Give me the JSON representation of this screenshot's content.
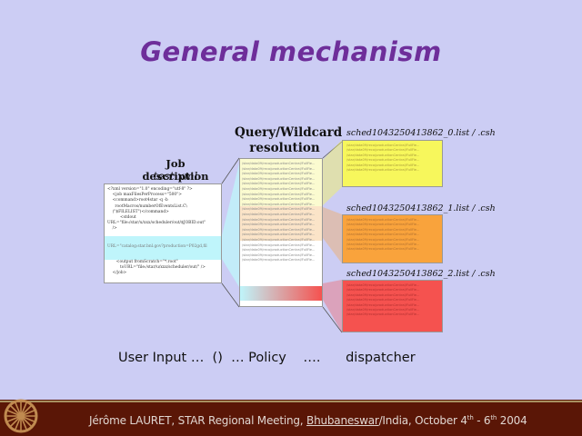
{
  "title": "General mechanism",
  "job_description": {
    "heading": "Job description",
    "file": "test.xml",
    "xml_lines": [
      "<?xml version=\"1.0\" encoding=\"utf-8\" ?>",
      "    <job maxFilesPerProcess=\"500\">",
      "    <command>root4star -q -b",
      "      rootMacros/numberOfEventsList.C\\",
      "    (\"$FILELIST\")</command>",
      "          <stdout",
      "URL=\"file:/star/u/xxx/scheduler/out/$JOBID.out\"",
      "    />"
    ],
    "highlight_line": "URL=\"catalog:star.bnl.gov?production=P02gd,fil",
    "xml_lines_after": [
      "",
      "       <output fromScratch=\"*.root\"",
      "          toURL=\"file:/star/u/xxx/scheduler/out/\" />",
      "    </job>"
    ]
  },
  "query": {
    "heading_line1": "Query/Wildcard",
    "heading_line2": "resolution",
    "list_line": "/star/data09/reco/productionCentral/FullFie..."
  },
  "schedule_files": [
    {
      "name": "sched1043250413862_0.list / .csh",
      "color": "#f7f75c"
    },
    {
      "name": "sched1043250413862_1.list / .csh",
      "color": "#f9a33c"
    },
    {
      "name": "sched1043250413862_2.list / .csh",
      "color": "#f5524f"
    }
  ],
  "footer_flow": "User Input …  ()  … Policy    ….      dispatcher",
  "footer": {
    "prefix": "Jérôme LAURET, STAR Regional Meeting, ",
    "city": "Bhubaneswar",
    "suffix": "/India, October 4",
    "sup1": "th",
    "mid": " - 6",
    "sup2": "th",
    "end": " 2004"
  }
}
